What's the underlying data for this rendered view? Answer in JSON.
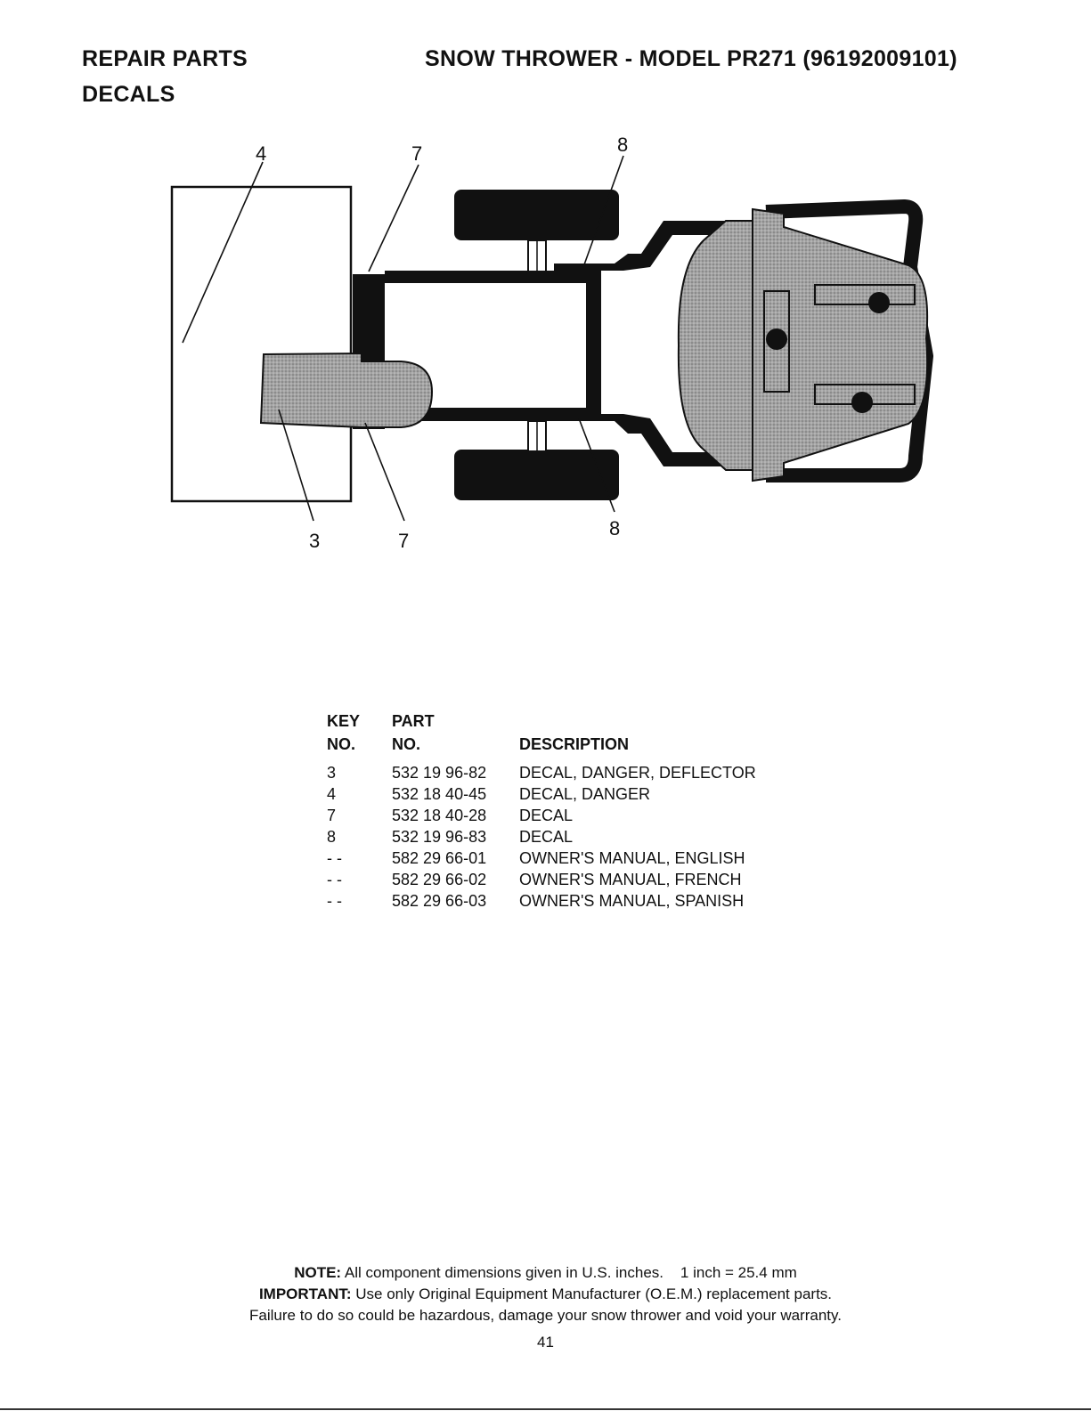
{
  "header": {
    "section": "REPAIR PARTS",
    "subsection": "DECALS",
    "product": "SNOW THROWER - MODEL  PR271  (96192009101)"
  },
  "diagram": {
    "callouts": [
      "4",
      "7",
      "8",
      "3",
      "7",
      "8"
    ],
    "colors": {
      "ink": "#111111",
      "gray": "#9a9a9a"
    }
  },
  "parts_table": {
    "headers": {
      "key_line1": "KEY",
      "key_line2": "NO.",
      "part_line1": "PART",
      "part_line2": "NO.",
      "description": "DESCRIPTION"
    },
    "rows": [
      {
        "key": "3",
        "part": "532 19 96-82",
        "description": "DECAL, DANGER, DEFLECTOR"
      },
      {
        "key": "4",
        "part": "532 18 40-45",
        "description": "DECAL, DANGER"
      },
      {
        "key": "7",
        "part": "532 18 40-28",
        "description": "DECAL"
      },
      {
        "key": "8",
        "part": "532 19 96-83",
        "description": "DECAL"
      },
      {
        "key": "- -",
        "part": "582 29 66-01",
        "description": "OWNER'S MANUAL, ENGLISH"
      },
      {
        "key": "- -",
        "part": "582 29 66-02",
        "description": "OWNER'S MANUAL, FRENCH"
      },
      {
        "key": "- -",
        "part": "582 29 66-03",
        "description": "OWNER'S MANUAL, SPANISH"
      }
    ]
  },
  "footer": {
    "note_label": "NOTE:",
    "note_text": "All component dimensions given in U.S. inches.    1 inch = 25.4 mm",
    "important_label": "IMPORTANT:",
    "important_text": "Use only Original Equipment Manufacturer (O.E.M.) replacement parts.",
    "warning": "Failure to do so could be hazardous, damage your snow thrower and void your warranty.",
    "page_number": "41"
  }
}
